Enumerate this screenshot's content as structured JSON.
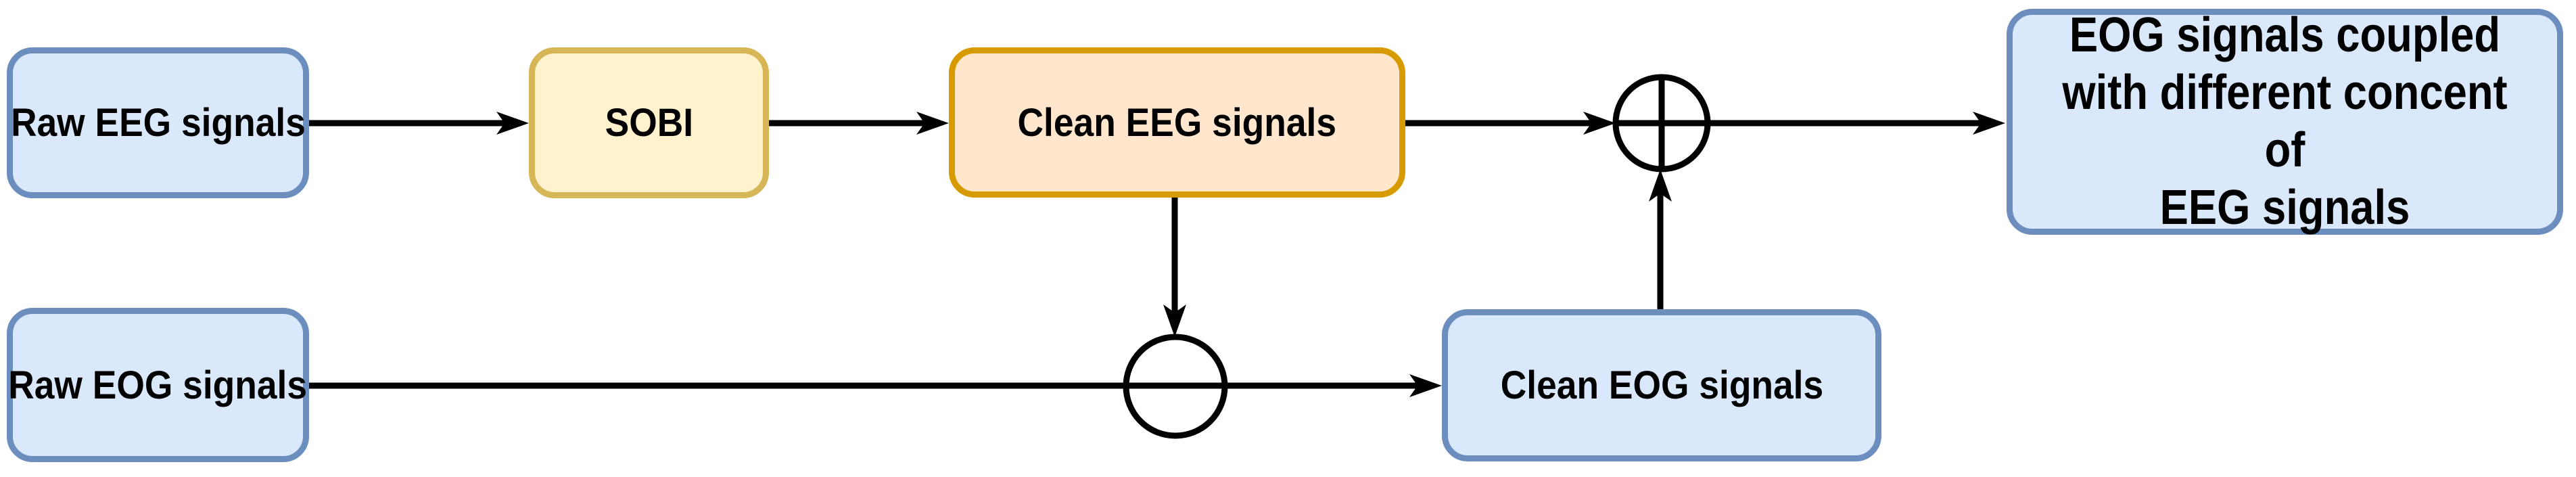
{
  "diagram": {
    "colors": {
      "background": "#ffffff",
      "line": "#000000",
      "text": "#000000",
      "blue_fill": "#dae8fc",
      "blue_stroke": "#6c8ebf",
      "yellow_fill": "#fff2cc",
      "yellow_stroke": "#d6b656",
      "orange_fill": "#ffe6cc",
      "orange_stroke": "#d79b00"
    },
    "nodes": {
      "raw_eeg": {
        "label": "Raw EEG signals",
        "shape": "rounded-rect",
        "fill": "#dae8fc",
        "stroke": "#6c8ebf"
      },
      "sobi": {
        "label": "SOBI",
        "shape": "rounded-rect",
        "fill": "#fff2cc",
        "stroke": "#d6b656"
      },
      "clean_eeg": {
        "label": "Clean EEG signals",
        "shape": "rounded-rect",
        "fill": "#ffe6cc",
        "stroke": "#d79b00"
      },
      "eog_coupled": {
        "label": "EOG signals coupled\nwith different concent of\nEEG signals",
        "shape": "rounded-rect",
        "fill": "#dae8fc",
        "stroke": "#6c8ebf"
      },
      "raw_eog": {
        "label": "Raw EOG signals",
        "shape": "rounded-rect",
        "fill": "#dae8fc",
        "stroke": "#6c8ebf"
      },
      "clean_eog": {
        "label": "Clean EOG signals",
        "shape": "rounded-rect",
        "fill": "#dae8fc",
        "stroke": "#6c8ebf"
      }
    },
    "junctions": {
      "sum_top": {
        "symbol": "circle-plus",
        "meaning": "summing junction"
      },
      "mix_bottom": {
        "symbol": "circle",
        "meaning": "mixing junction"
      }
    },
    "edges": [
      {
        "from": "raw_eeg",
        "to": "sobi"
      },
      {
        "from": "sobi",
        "to": "clean_eeg"
      },
      {
        "from": "clean_eeg",
        "to": "sum_top"
      },
      {
        "from": "sum_top",
        "to": "eog_coupled"
      },
      {
        "from": "clean_eeg",
        "to": "mix_bottom"
      },
      {
        "from": "raw_eog",
        "to": "clean_eog",
        "via": "mix_bottom"
      },
      {
        "from": "clean_eog",
        "to": "sum_top"
      }
    ]
  }
}
